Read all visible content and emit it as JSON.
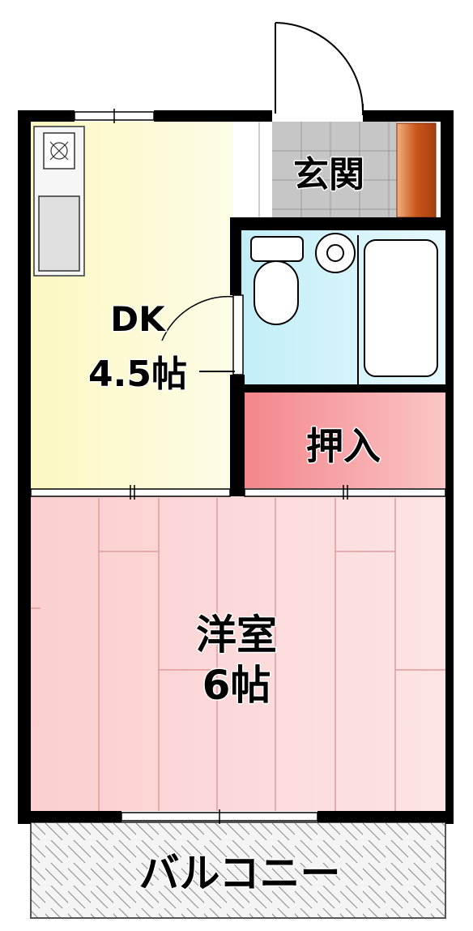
{
  "rooms": {
    "entrance": {
      "name": "玄関"
    },
    "dk": {
      "name": "DK",
      "size": "4.5帖"
    },
    "closet": {
      "name": "押入"
    },
    "western": {
      "name": "洋室",
      "size": "6帖"
    },
    "balcony": {
      "name": "バルコニー"
    }
  },
  "colors": {
    "wall": "#000000",
    "dk_floor": "#fbf8c6",
    "western_floor": "#fbd2d2",
    "closet_floor": "#f48a8e",
    "bath_floor": "#c9f0f8",
    "entrance_tile": "#c7c7c7",
    "shoe_cabinet": "#c85a1e"
  }
}
